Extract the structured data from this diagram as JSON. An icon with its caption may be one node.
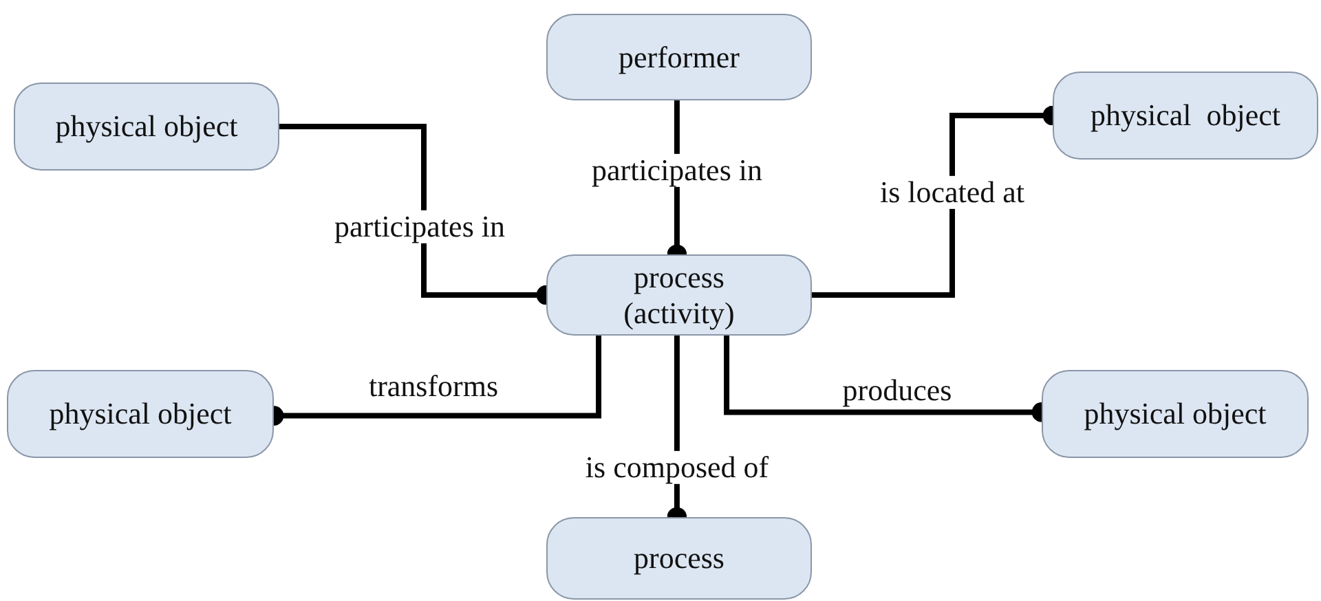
{
  "diagram": {
    "nodes": [
      {
        "text": [
          "performer"
        ]
      },
      {
        "text": [
          "physical object"
        ]
      },
      {
        "text": [
          "physical  object"
        ]
      },
      {
        "text": [
          "process (activity)"
        ]
      },
      {
        "text": [
          "physical object"
        ]
      },
      {
        "text": [
          "physical object"
        ]
      },
      {
        "text": [
          "process"
        ]
      }
    ],
    "edges": [
      {
        "from": 0,
        "to": 3,
        "arrow": "other",
        "label": "participates in"
      },
      {
        "from": 1,
        "to": 3,
        "arrow": "other",
        "label": "participates in"
      },
      {
        "from": 3,
        "to": 2,
        "arrow": "other",
        "label": "is located at"
      },
      {
        "from": 3,
        "to": 4,
        "arrow": "other",
        "label": "transforms"
      },
      {
        "from": 3,
        "to": 5,
        "arrow": "other",
        "label": "produces"
      },
      {
        "from": 3,
        "to": 6,
        "arrow": "other",
        "label": "is composed of"
      }
    ]
  }
}
